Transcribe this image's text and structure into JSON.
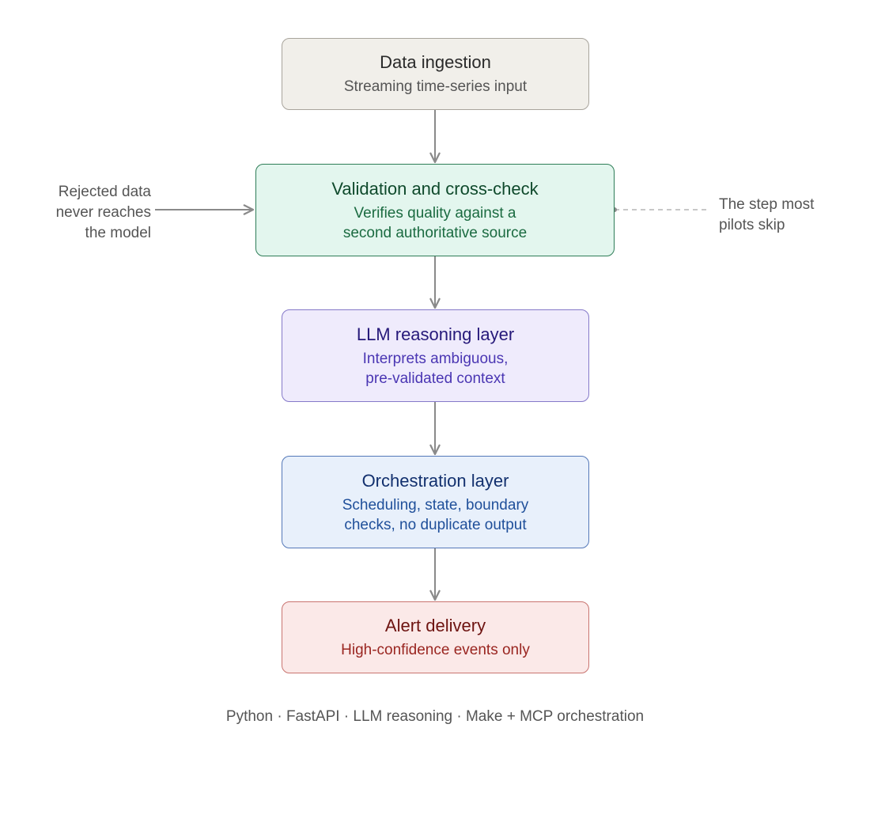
{
  "nodes": [
    {
      "id": "ingestion",
      "title": "Data ingestion",
      "subtitle": "Streaming time-series input",
      "fill": "#f1efea",
      "stroke": "#a8a49c",
      "title_color": "#2a2a2a",
      "subtitle_color": "#555555"
    },
    {
      "id": "validation",
      "title": "Validation and cross-check",
      "subtitle": "Verifies quality against a\nsecond authoritative source",
      "fill": "#e3f6ee",
      "stroke": "#2e7d57",
      "title_color": "#0f4a2c",
      "subtitle_color": "#1b6b41"
    },
    {
      "id": "llm",
      "title": "LLM reasoning layer",
      "subtitle": "Interprets ambiguous,\npre-validated context",
      "fill": "#efebfc",
      "stroke": "#8579c9",
      "title_color": "#26197a",
      "subtitle_color": "#4a36b3"
    },
    {
      "id": "orchestration",
      "title": "Orchestration layer",
      "subtitle": "Scheduling, state, boundary\nchecks, no duplicate output",
      "fill": "#e8f0fb",
      "stroke": "#5478b8",
      "title_color": "#12306e",
      "subtitle_color": "#1f4f9a"
    },
    {
      "id": "alert",
      "title": "Alert delivery",
      "subtitle": "High-confidence events only",
      "fill": "#fbe9e8",
      "stroke": "#c97470",
      "title_color": "#6e1411",
      "subtitle_color": "#9a2621"
    }
  ],
  "notes": {
    "left": "Rejected data\nnever reaches\nthe model",
    "right": "The step most\npilots skip"
  },
  "footer": "Python · FastAPI · LLM reasoning · Make + MCP orchestration",
  "colors": {
    "arrow": "#8a8a8a",
    "dashed_connector": "#b5b5b5"
  }
}
